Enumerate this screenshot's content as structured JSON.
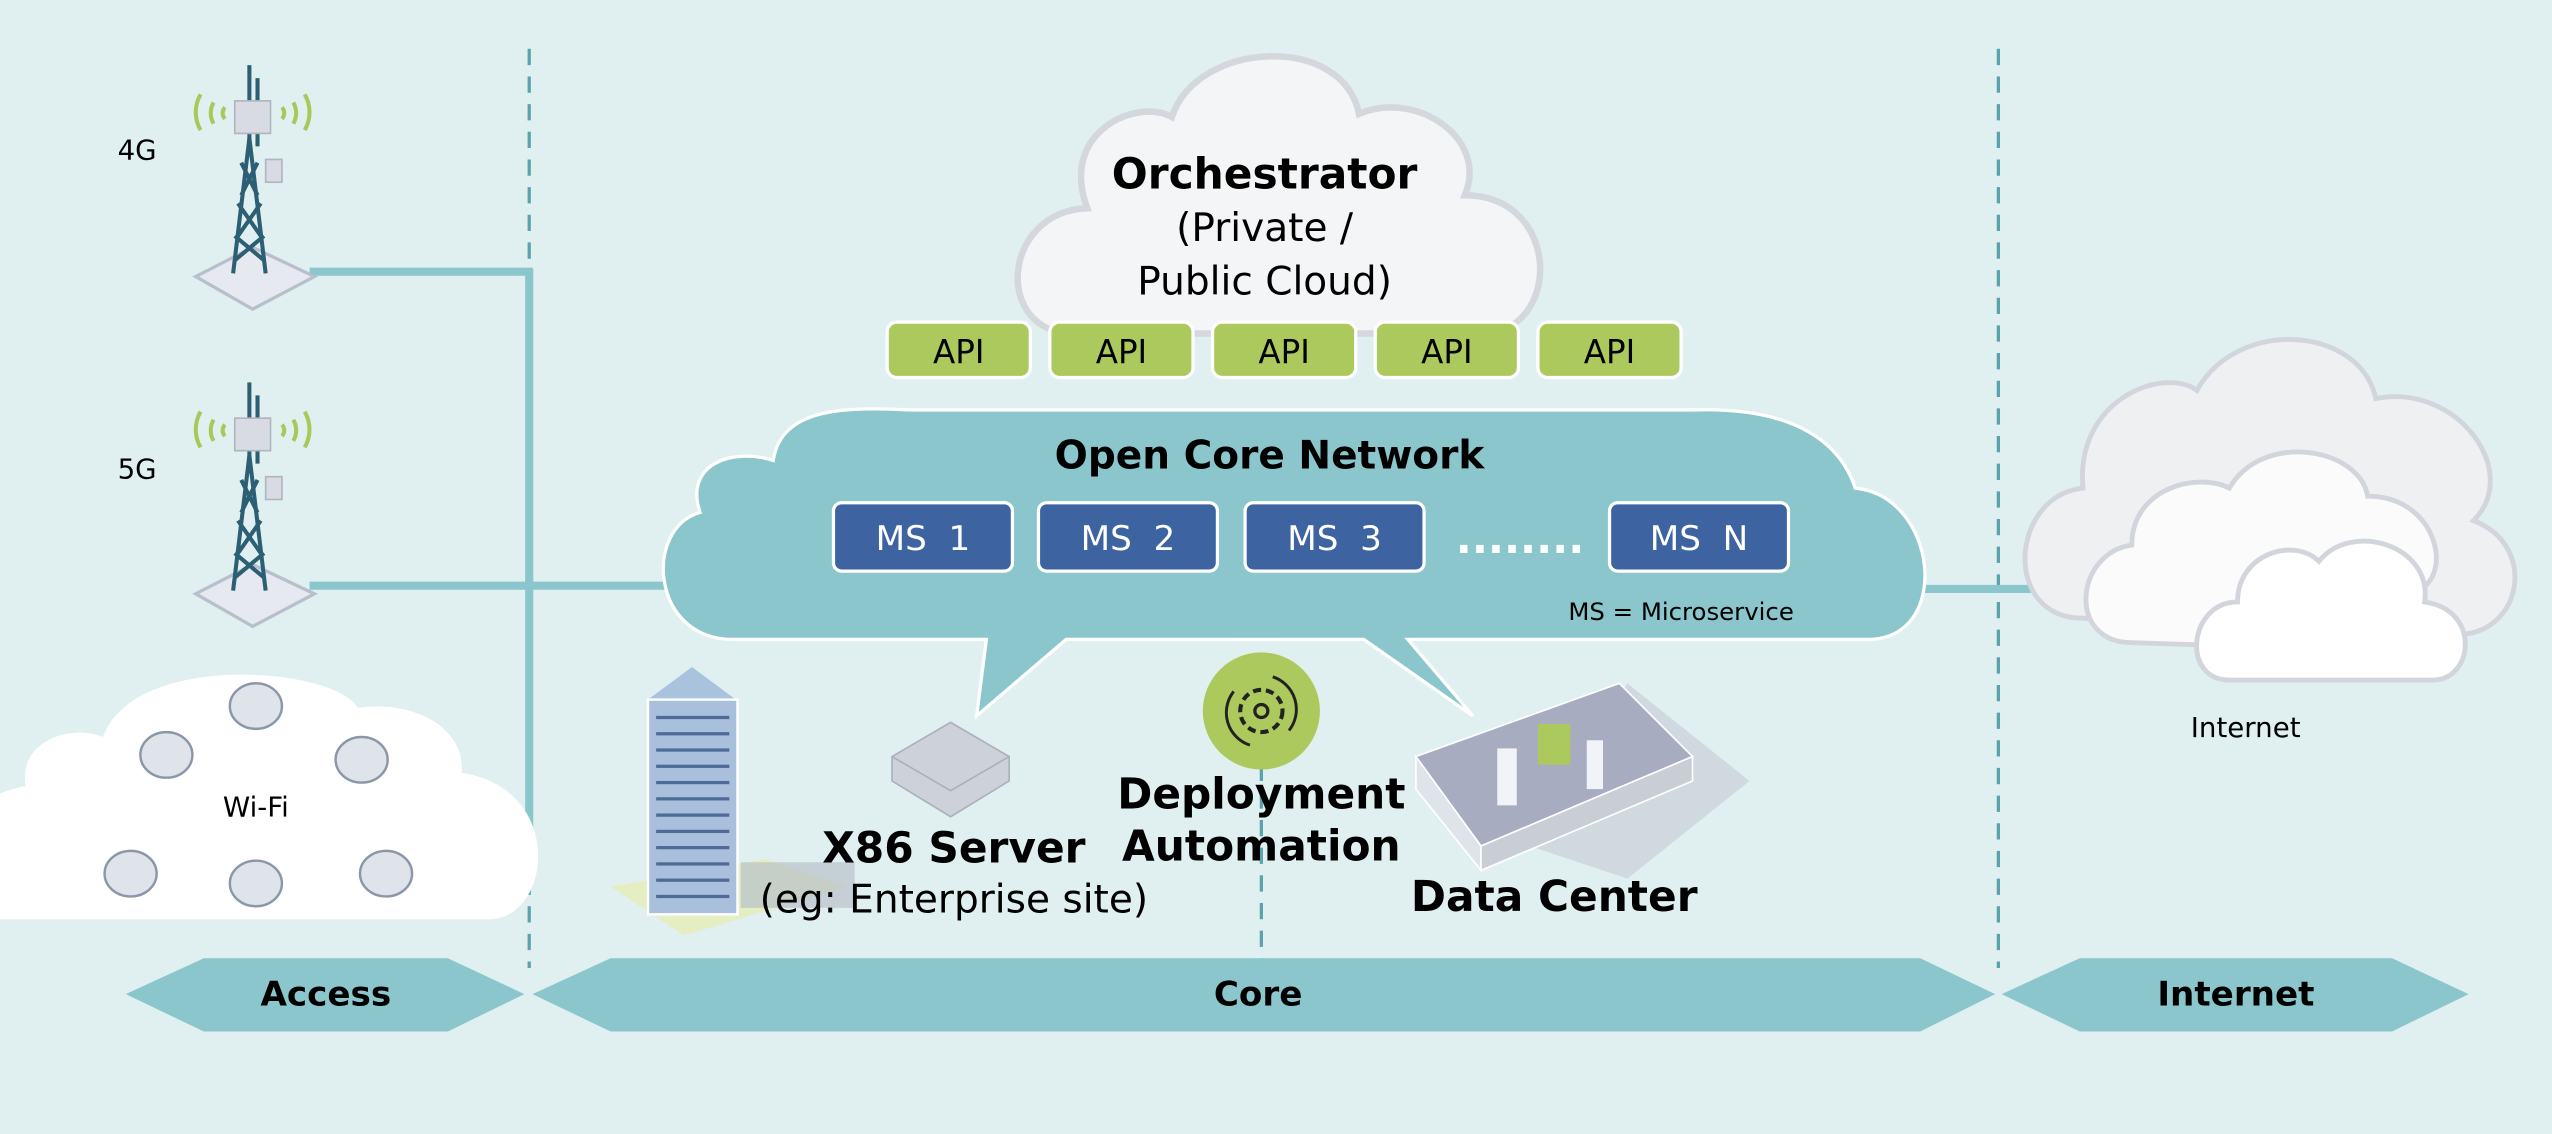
{
  "colors": {
    "background": "#e0f0f0",
    "teal": "#8ac6cc",
    "microservice_box": "#3d63a0",
    "api_box": "#abc95c",
    "signal_wave": "#a8c85a"
  },
  "access": {
    "tower_4g_label": "4G",
    "tower_5g_label": "5G",
    "wifi_label": "Wi-Fi"
  },
  "orchestrator": {
    "title": "Orchestrator",
    "line2": "(Private /",
    "line3": "Public Cloud)",
    "apis": [
      "API",
      "API",
      "API",
      "API",
      "API"
    ]
  },
  "core_network": {
    "title": "Open Core Network",
    "microservices": [
      "MS  1",
      "MS  2",
      "MS  3",
      "MS  N"
    ],
    "ellipsis": "........",
    "legend": "MS = Microservice"
  },
  "sites": {
    "server_title": "X86 Server",
    "server_subtitle": "(eg: Enterprise site)",
    "automation_line1": "Deployment",
    "automation_line2": "Automation",
    "datacenter": "Data Center"
  },
  "internet_label": "Internet",
  "zones": [
    "Access",
    "Core",
    "Internet"
  ],
  "icons": [
    "cell-tower-icon",
    "wifi-access-point-icon",
    "cloud-icon",
    "office-building-icon",
    "server-icon",
    "gear-cycle-icon",
    "data-center-icon"
  ]
}
